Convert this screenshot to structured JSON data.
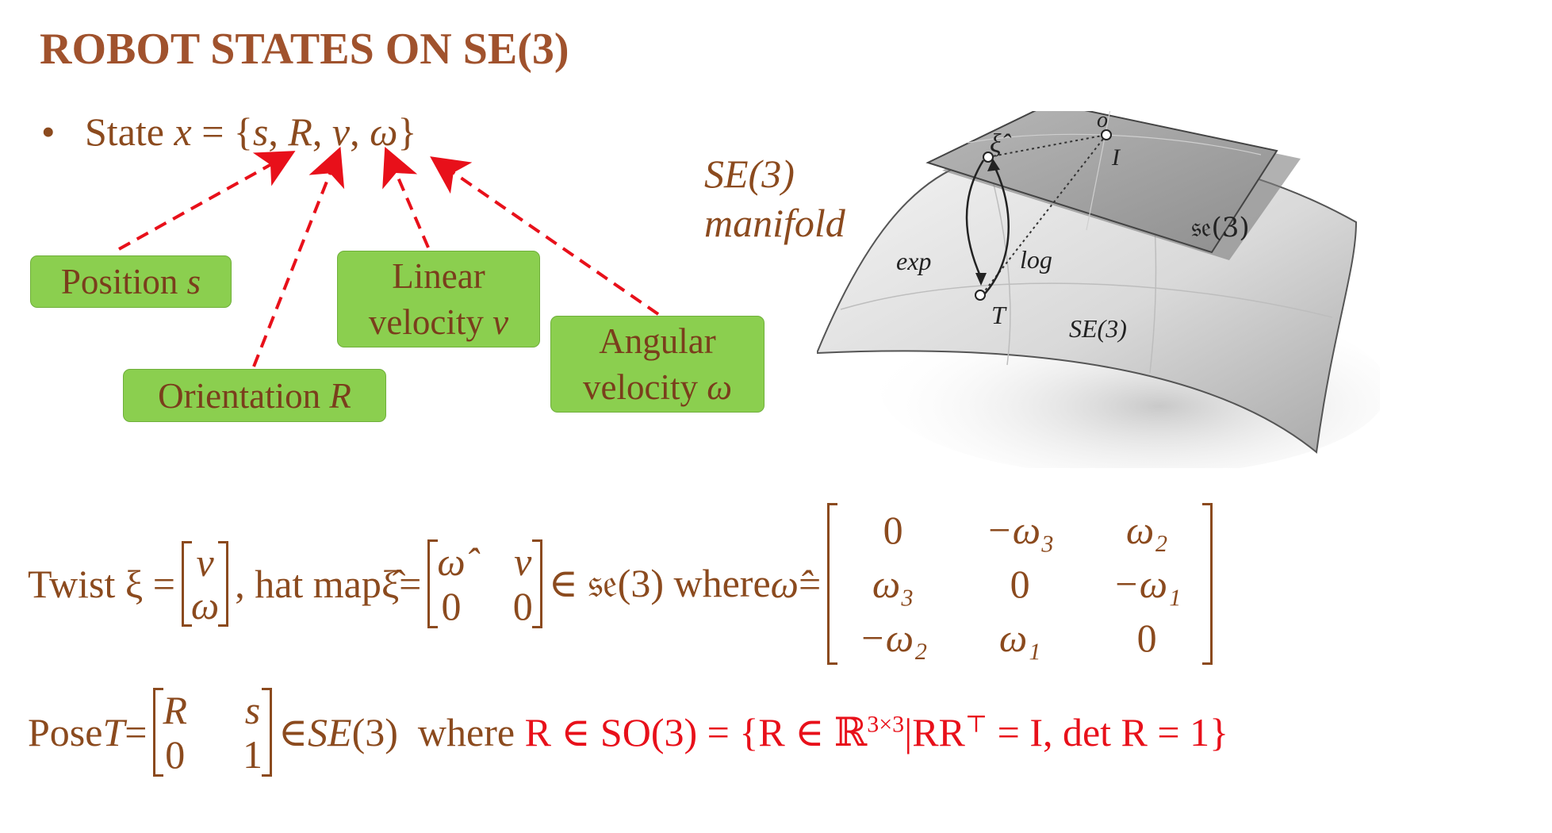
{
  "title": "ROBOT STATES ON SE(3)",
  "state_line": {
    "bullet": "•",
    "prefix": "State ",
    "var": "x",
    "eq": " = {",
    "s": "s",
    "R": "R",
    "v": "v",
    "w": "ω",
    "close": "}",
    "comma": ", "
  },
  "labels": {
    "position": {
      "text": "Position ",
      "sym": "s"
    },
    "orientation": {
      "text": "Orientation ",
      "sym": "R"
    },
    "linear": {
      "line1": "Linear",
      "line2": "velocity ",
      "sym": "v"
    },
    "angular": {
      "line1": "Angular",
      "line2": "velocity ",
      "sym": "ω"
    }
  },
  "manifold": {
    "title_line1": "SE(3)",
    "title_line2": "manifold",
    "plane_label": "𝔰𝔢(3)",
    "surface_label": "SE(3)",
    "xi": "ξ̂",
    "o": "o",
    "I": "I",
    "T": "T",
    "exp": "exp",
    "log": "log"
  },
  "twist": {
    "prefix": "Twist ξ = ",
    "col": [
      "v",
      "ω"
    ],
    "mid": ", hat map  ",
    "xi_hat": "ξ̂",
    "eq": " = ",
    "hat_matrix": [
      "ω̂",
      "v",
      "0",
      "0"
    ],
    "in": " ∈ 𝔰𝔢(3)  where ",
    "w_hat": "ω̂",
    "eq2": " = ",
    "skew": [
      "0",
      "−ω₃",
      "ω₂",
      "ω₃",
      "0",
      "−ω₁",
      "−ω₂",
      "ω₁",
      "0"
    ]
  },
  "pose": {
    "prefix": "Pose ",
    "T": "T",
    "eq": " = ",
    "matrix": [
      "R",
      "s",
      "0",
      "1"
    ],
    "in": " ∈ ",
    "se3": "SE",
    "se3b": "(3)",
    "where": "  where ",
    "red_expr": "R ∈ SO(3) = {R ∈ ℝ",
    "sup": "3×3",
    "red_expr2": "|RR",
    "sup2": "⊤",
    "red_expr3": " = I, det R = 1}"
  }
}
